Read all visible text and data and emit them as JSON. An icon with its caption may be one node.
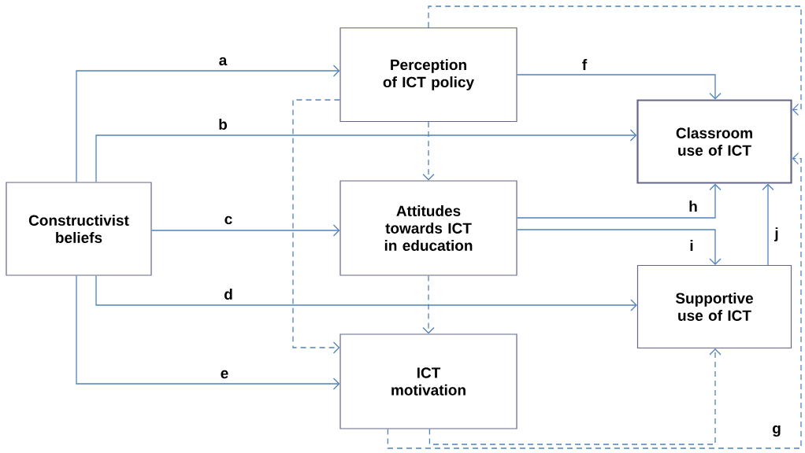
{
  "diagram": {
    "nodes": [
      {
        "text": [
          "Constructivist beliefs"
        ]
      },
      {
        "text": [
          "Perception of ICT policy"
        ]
      },
      {
        "text": [
          "Attitudes towards ICT in education"
        ]
      },
      {
        "text": [
          "ICT motivation"
        ]
      },
      {
        "text": [
          "Classroom use of ICT"
        ]
      },
      {
        "text": [
          "Supportive use of ICT"
        ]
      }
    ],
    "edges": [
      {
        "from": 0,
        "to": 1,
        "arrow": "to",
        "label": "a"
      },
      {
        "from": 0,
        "to": 4,
        "arrow": "to",
        "label": "b"
      },
      {
        "from": 0,
        "to": 2,
        "arrow": "to",
        "label": "c"
      },
      {
        "from": 0,
        "to": 5,
        "arrow": "to",
        "label": "d"
      },
      {
        "from": 0,
        "to": 3,
        "arrow": "to",
        "label": "e"
      },
      {
        "from": 1,
        "to": 4,
        "arrow": "to",
        "label": "f"
      },
      {
        "from": 2,
        "to": 4,
        "arrow": "to",
        "label": "h"
      },
      {
        "from": 2,
        "to": 5,
        "arrow": "to",
        "label": "i"
      },
      {
        "from": 5,
        "to": 4,
        "arrow": "to",
        "label": "j"
      },
      {
        "from": 1,
        "to": 2,
        "arrow": "to",
        "style": "dashed"
      },
      {
        "from": 2,
        "to": 3,
        "arrow": "to",
        "style": "dashed"
      },
      {
        "from": 1,
        "to": 3,
        "arrow": "to",
        "style": "dashed"
      },
      {
        "from": 1,
        "to": 4,
        "arrow": "to",
        "style": "dashed"
      },
      {
        "from": 3,
        "to": 4,
        "arrow": "to",
        "style": "dashed"
      },
      {
        "from": 3,
        "to": 5,
        "arrow": "to",
        "style": "dashed"
      }
    ],
    "labels": [
      "g"
    ]
  }
}
